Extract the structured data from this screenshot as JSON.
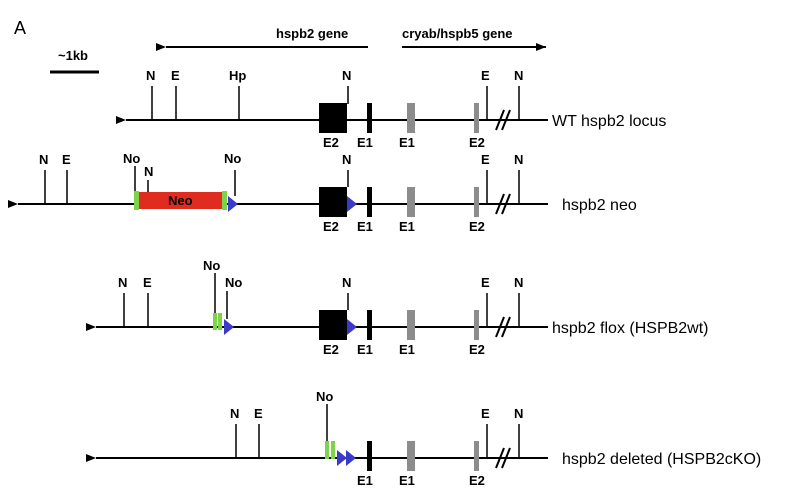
{
  "panel_label": "A",
  "scale_label": "~1kb",
  "genes": {
    "hspb2": "hspb2 gene",
    "cryab": "cryab/hspb5 gene"
  },
  "rows": [
    {
      "label": "WT hspb2 locus",
      "sites": [
        "N",
        "E",
        "Hp",
        "N",
        "E",
        "N"
      ],
      "exons": [
        "E2",
        "E1",
        "E1",
        "E2"
      ]
    },
    {
      "label": "hspb2 neo",
      "sites": [
        "N",
        "E",
        "No",
        "N",
        "No",
        "N",
        "E",
        "N"
      ],
      "cassette": "Neo",
      "exons": [
        "E2",
        "E1",
        "E1",
        "E2"
      ]
    },
    {
      "label": "hspb2 flox (HSPB2wt)",
      "sites": [
        "N",
        "E",
        "No",
        "No",
        "N",
        "E",
        "N"
      ],
      "exons": [
        "E2",
        "E1",
        "E1",
        "E2"
      ]
    },
    {
      "label": "hspb2 deleted (HSPB2cKO)",
      "sites": [
        "N",
        "E",
        "No",
        "E",
        "N"
      ],
      "exons": [
        "E1",
        "E1",
        "E2"
      ]
    }
  ],
  "colors": {
    "line": "#000000",
    "hspb2_exon": "#000000",
    "cryab_exon": "#8c8c8c",
    "neo": "#e02b1f",
    "loxp": "#7fd34a",
    "frt": "#3a3ac8"
  }
}
